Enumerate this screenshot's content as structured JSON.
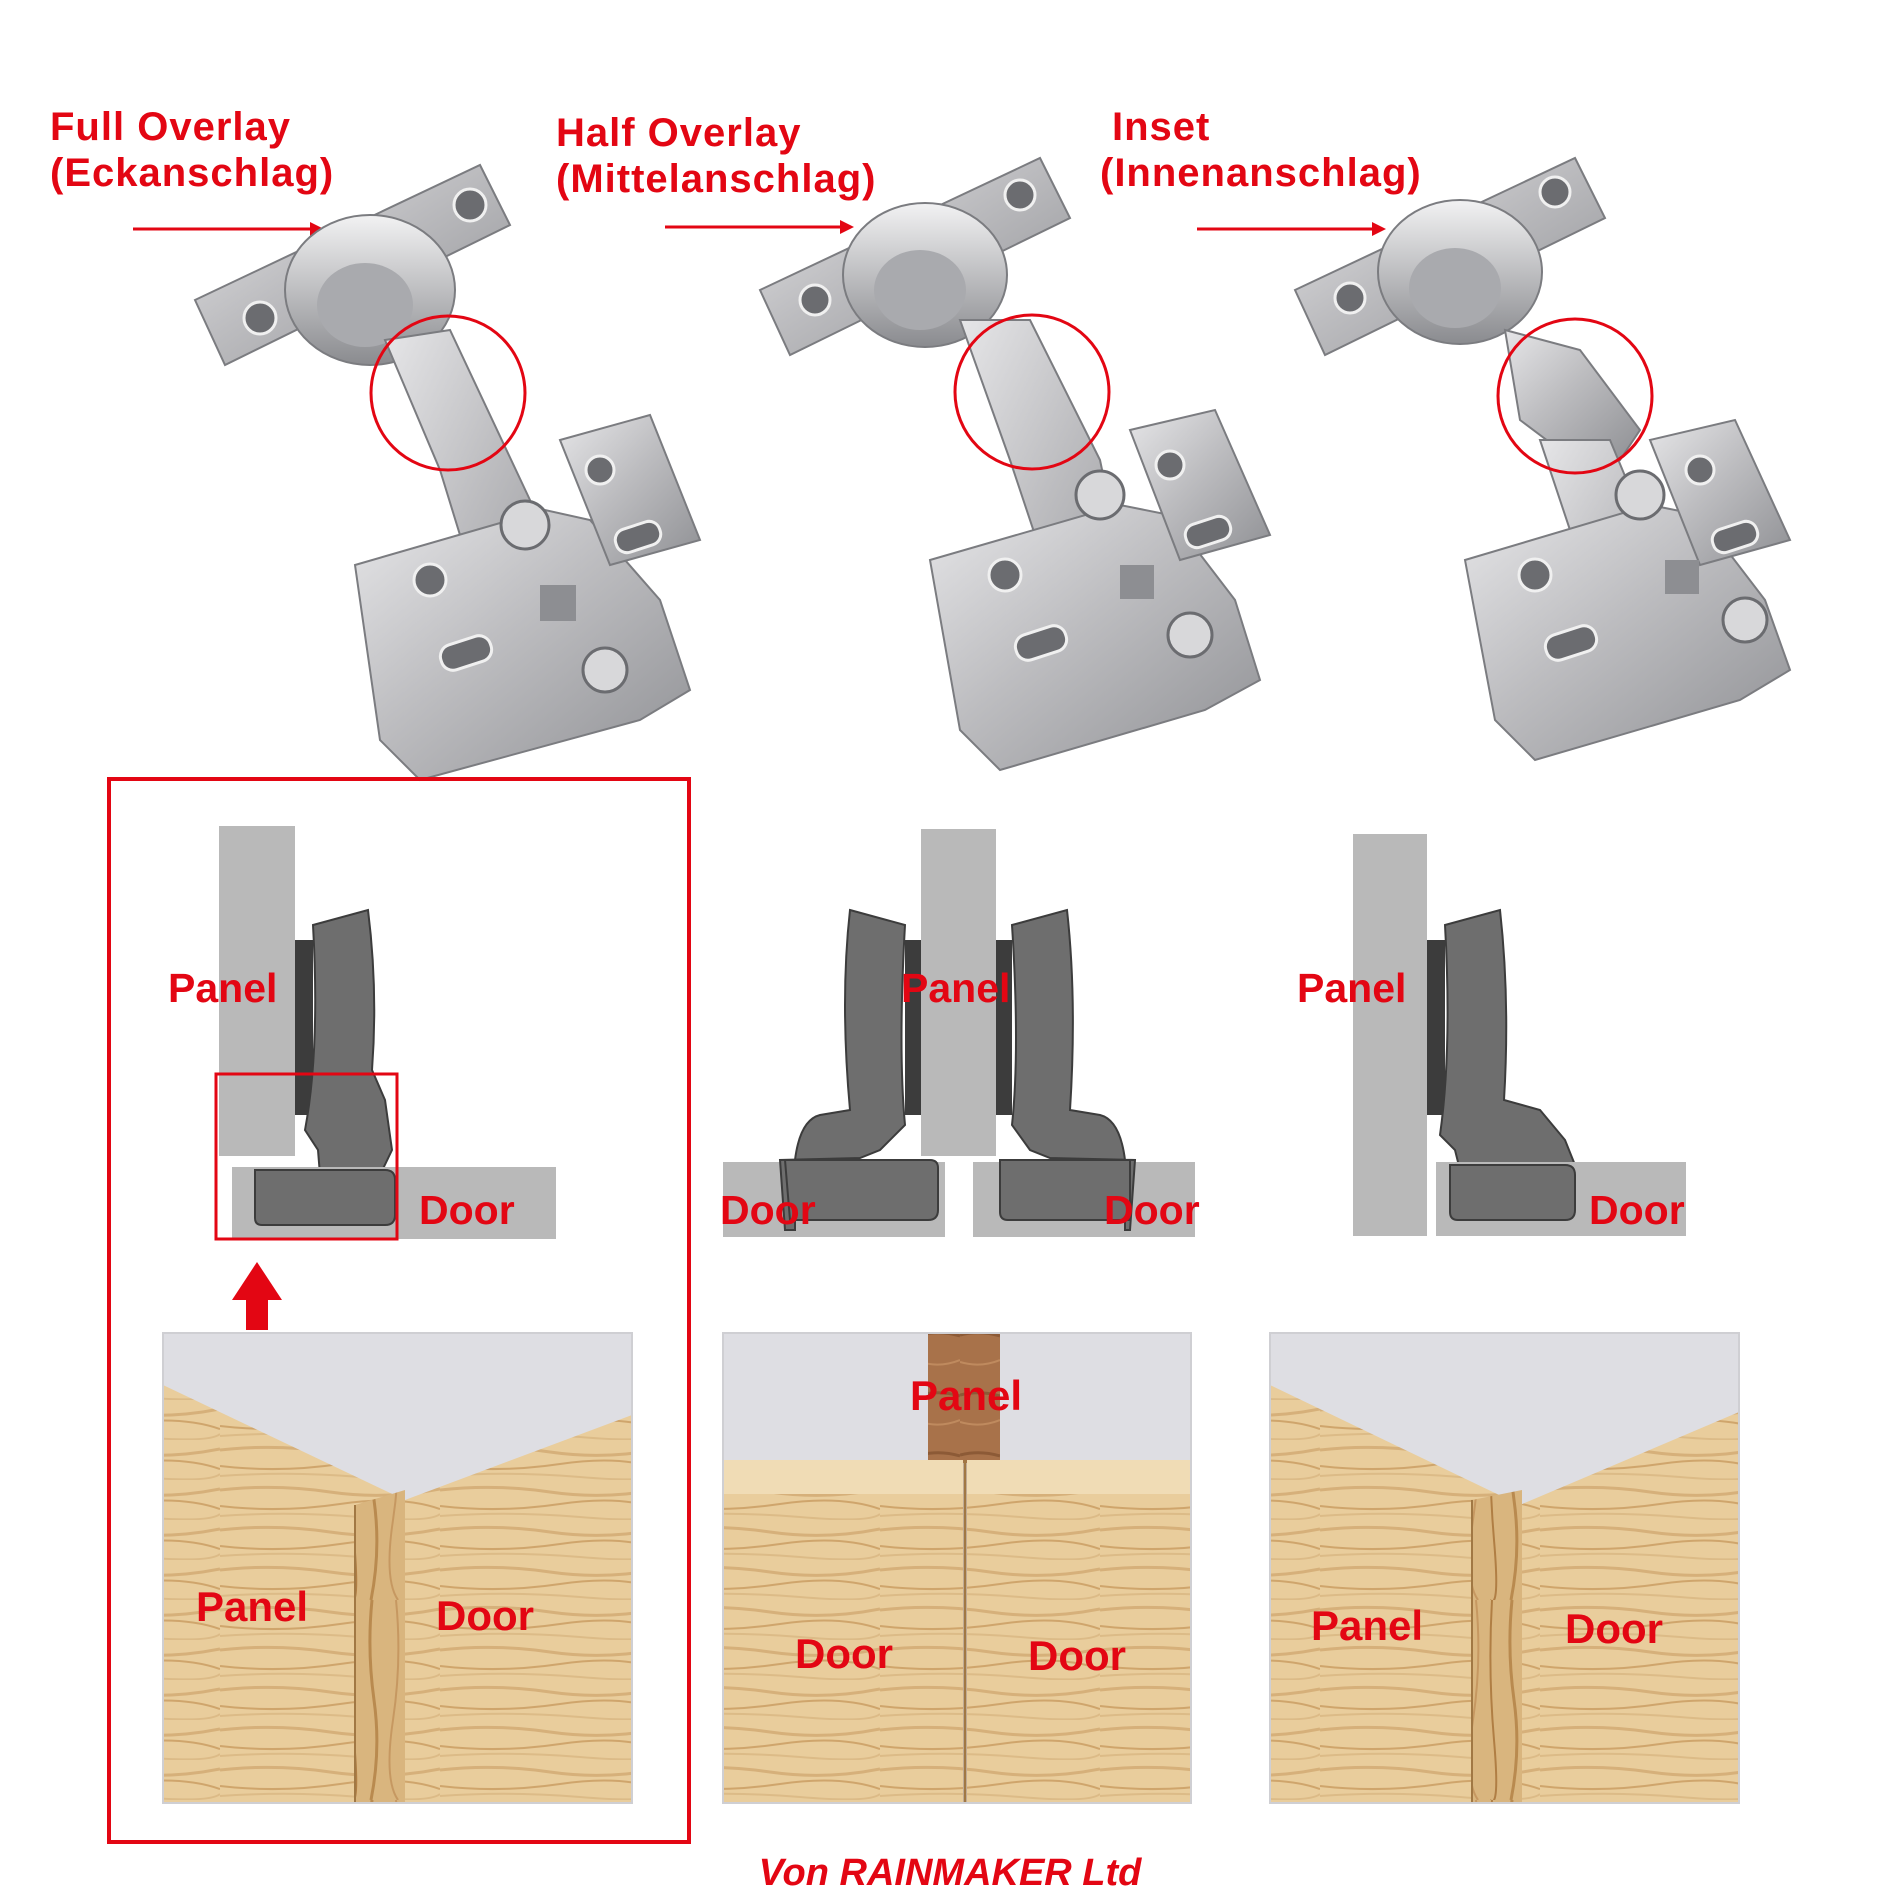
{
  "headers": [
    {
      "title": "Full Overlay",
      "subtitle": "(Eckanschlag)"
    },
    {
      "title": "Half Overlay",
      "subtitle": "(Mittelanschlag)"
    },
    {
      "title": "Inset",
      "subtitle": "(Innenanschlag)"
    }
  ],
  "diagram_labels": {
    "full_panel": "Panel",
    "full_door": "Door",
    "half_panel": "Panel",
    "half_door_left": "Door",
    "half_door_right": "Door",
    "inset_panel": "Panel",
    "inset_door": "Door"
  },
  "photo_labels": {
    "full_panel": "Panel",
    "full_door": "Door",
    "half_panel": "Panel",
    "half_door_left": "Door",
    "half_door_right": "Door",
    "inset_panel": "Panel",
    "inset_door": "Door"
  },
  "footer": "Von RAINMAKER Ltd",
  "colors": {
    "label_red": "#e30613",
    "panel_gray": "#b9b9b9",
    "hinge_gray": "#6e6e6e",
    "hinge_dark": "#3a3a3a",
    "metal": "#c9c9cb",
    "wood_light": "#e9cd9c",
    "wood_dark": "#c99c62",
    "wall": "#dedee3"
  }
}
